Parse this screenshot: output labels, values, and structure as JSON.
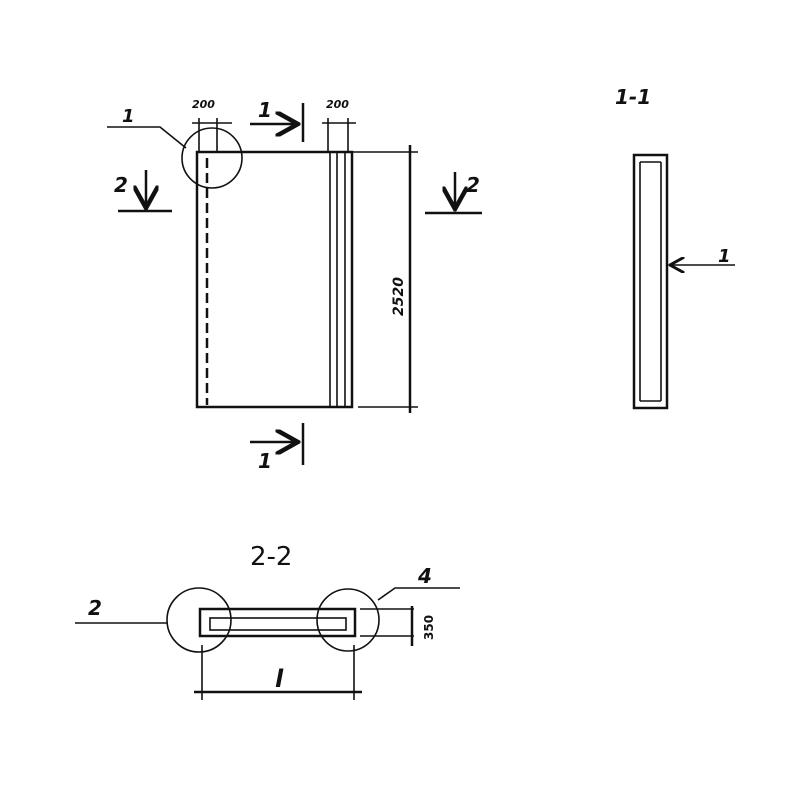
{
  "elevation": {
    "leader_label": "1",
    "dim_left_top": "200",
    "dim_right_top": "200",
    "dim_height": "2520",
    "section_1_top": "1",
    "section_1_bottom": "1",
    "section_2_left": "2",
    "section_2_right": "2"
  },
  "section_1_1": {
    "title": "1-1",
    "leader_label": "1"
  },
  "section_2_2": {
    "title": "2-2",
    "leader_left": "2",
    "leader_right": "4",
    "dim_thickness": "350",
    "dim_length": "l"
  },
  "colors": {
    "ink": "#111111",
    "paper": "#ffffff"
  }
}
